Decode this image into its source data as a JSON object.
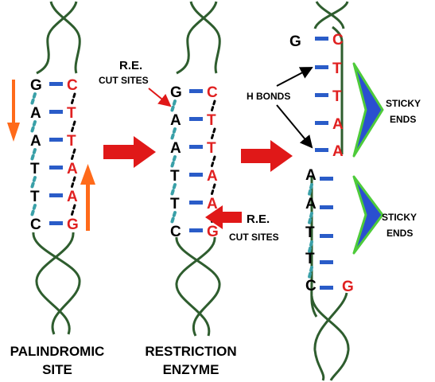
{
  "colors": {
    "backbone": "#2e5d2e",
    "bond": "#2a5cc8",
    "bond_dotted": "#3aa0a8",
    "left_base": "#000000",
    "right_base": "#e02020",
    "big_arrow": "#e01818",
    "orange_arrow": "#ff6a1a",
    "sticky_fill": "#2a4fd0",
    "sticky_edge": "#4ecb3a",
    "pointer": "#000000",
    "red_pointer": "#e01818"
  },
  "panel1": {
    "left_bases": [
      "G",
      "A",
      "A",
      "T",
      "T",
      "C"
    ],
    "right_bases": [
      "C",
      "T",
      "T",
      "A",
      "A",
      "G"
    ],
    "caption_line1": "PALINDROMIC",
    "caption_line2": "SITE"
  },
  "panel2": {
    "left_bases": [
      "G",
      "A",
      "A",
      "T",
      "T",
      "C"
    ],
    "right_bases": [
      "C",
      "T",
      "T",
      "A",
      "A",
      "G"
    ],
    "re_top_title": "R.E.",
    "re_top_sub": "CUT SITES",
    "re_bottom_title": "R.E.",
    "re_bottom_sub": "CUT SITES",
    "caption_line1": "RESTRICTION",
    "caption_line2": "ENZYME"
  },
  "panel3": {
    "top_left_base": "G",
    "top_right_bases": [
      "C",
      "T",
      "T",
      "A",
      "A"
    ],
    "bottom_left_bases": [
      "A",
      "A",
      "T",
      "T",
      "C"
    ],
    "bottom_right_base": "G",
    "hbonds_label": "H BONDS",
    "sticky_top_line1": "STICKY",
    "sticky_top_line2": "ENDS",
    "sticky_bottom_line1": "STICKY",
    "sticky_bottom_line2": "ENDS"
  }
}
